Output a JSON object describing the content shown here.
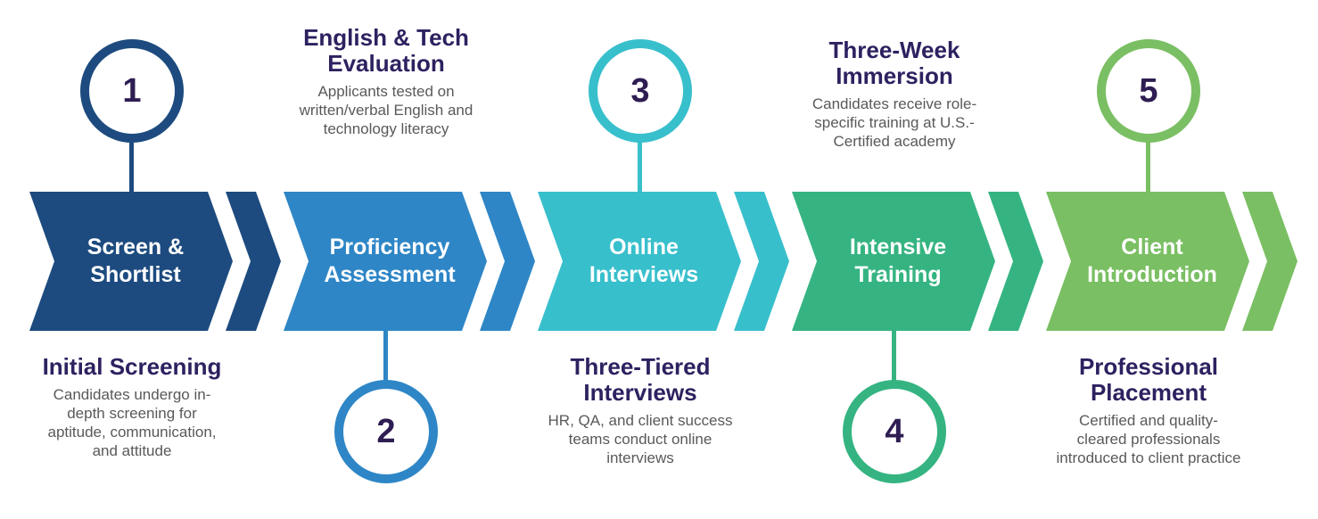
{
  "theme": {
    "background": "#ffffff",
    "number_color": "#2e1d52",
    "title_color": "#2e2160",
    "description_color": "#595959"
  },
  "steps": [
    {
      "number": "1",
      "label": "Screen &\nShortlist",
      "color": "#1d4b7f",
      "circle_position": "top",
      "callout": {
        "position": "bottom",
        "title": "Initial Screening",
        "description": "Candidates undergo in-\ndepth screening for\naptitude, communication,\nand attitude"
      }
    },
    {
      "number": "2",
      "label": "Proficiency\nAssessment",
      "color": "#2e86c6",
      "circle_position": "bottom",
      "callout": {
        "position": "top",
        "title": "English & Tech\nEvaluation",
        "description": "Applicants tested on\nwritten/verbal English and\ntechnology literacy"
      }
    },
    {
      "number": "3",
      "label": "Online\nInterviews",
      "color": "#38bfcc",
      "circle_position": "top",
      "callout": {
        "position": "bottom",
        "title": "Three-Tiered\nInterviews",
        "description": "HR, QA, and client success\nteams conduct online\ninterviews"
      }
    },
    {
      "number": "4",
      "label": "Intensive\nTraining",
      "color": "#35b481",
      "circle_position": "bottom",
      "callout": {
        "position": "top",
        "title": "Three-Week\nImmersion",
        "description": "Candidates receive role-\nspecific training at U.S.-\nCertified academy"
      }
    },
    {
      "number": "5",
      "label": "Client\nIntroduction",
      "color": "#7abf63",
      "circle_position": "top",
      "callout": {
        "position": "bottom",
        "title": "Professional\nPlacement",
        "description": "Certified and quality-\ncleared professionals\nintroduced to client practice"
      }
    }
  ]
}
